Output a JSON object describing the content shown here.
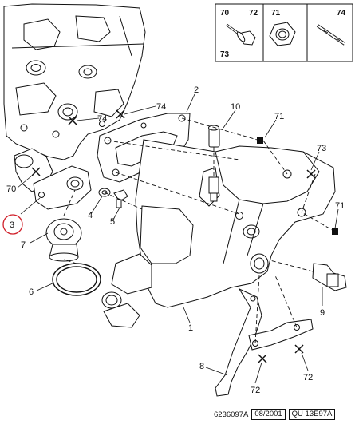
{
  "legend": {
    "top_left": "70",
    "top_mid": "72",
    "bottom_left": "73",
    "cell2_label": "71",
    "cell3_label": "74"
  },
  "callouts": {
    "c74_a": "74",
    "c74_b": "74",
    "c2": "2",
    "c10": "10",
    "c71_a": "71",
    "c73": "73",
    "c71_b": "71",
    "c70": "70",
    "c4": "4",
    "c5": "5",
    "c3": "3",
    "c7": "7",
    "c6": "6",
    "c9": "9",
    "c1": "1",
    "c8": "8",
    "c72_a": "72",
    "c72_b": "72"
  },
  "footer": {
    "code": "6236097A",
    "date": "08/2001",
    "ref": "QU 13E97A"
  },
  "colors": {
    "line": "#111111",
    "highlight_circle": "#d0202a"
  }
}
